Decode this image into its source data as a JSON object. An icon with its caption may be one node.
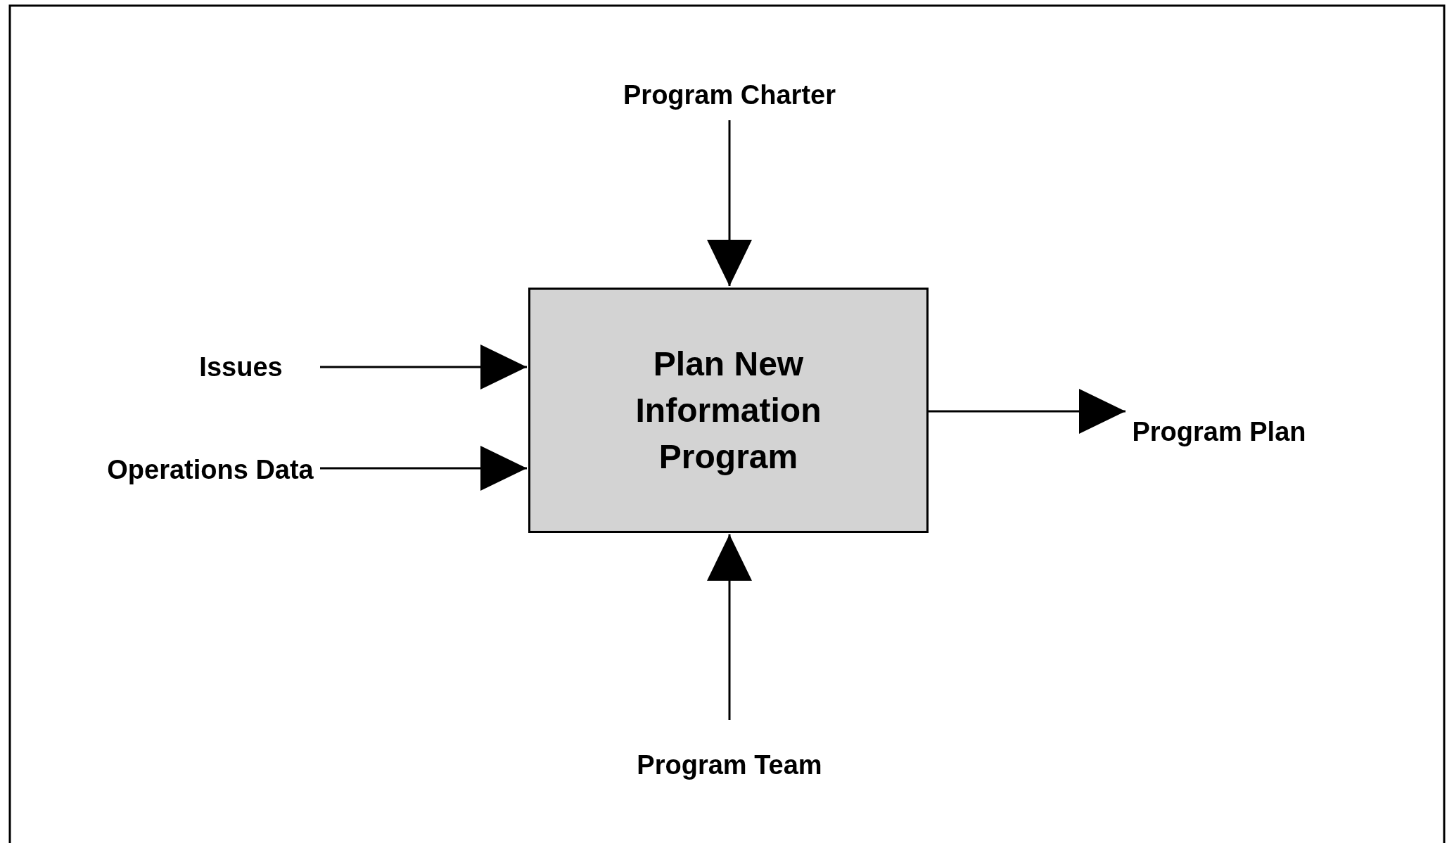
{
  "diagram": {
    "nodes": [
      {
        "text": [
          "Plan New Information Program"
        ]
      },
      {
        "text": [
          "Program Charter"
        ]
      },
      {
        "text": [
          "Issues"
        ]
      },
      {
        "text": [
          "Operations Data"
        ]
      },
      {
        "text": [
          "Program Plan"
        ]
      },
      {
        "text": [
          "Program Team"
        ]
      }
    ],
    "edges": [
      {
        "from": 1,
        "to": 0,
        "arrow": "to"
      },
      {
        "from": 2,
        "to": 0,
        "arrow": "to"
      },
      {
        "from": 3,
        "to": 0,
        "arrow": "to"
      },
      {
        "from": 0,
        "to": 4,
        "arrow": "to"
      },
      {
        "from": 5,
        "to": 0,
        "arrow": "to"
      }
    ]
  }
}
